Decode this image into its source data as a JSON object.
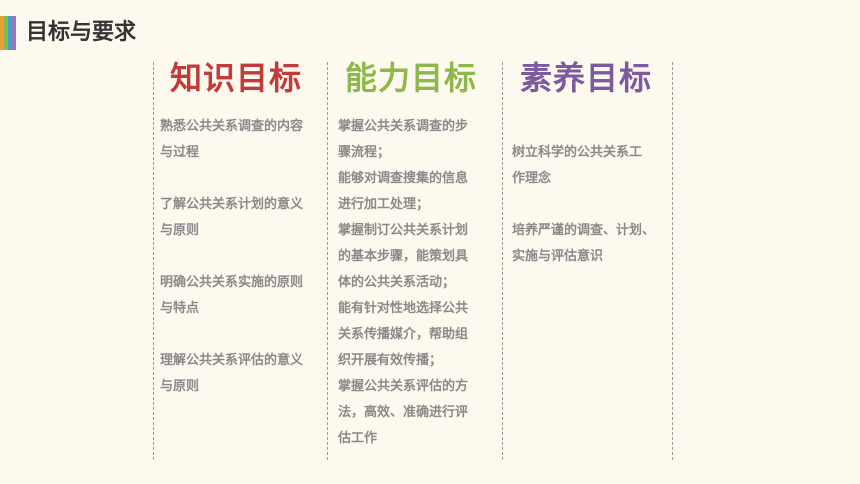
{
  "header": {
    "title": "目标与要求",
    "stripe_colors": [
      "#e6a23a",
      "#8db84a",
      "#3aa3c8",
      "#9b73b8"
    ]
  },
  "columns": [
    {
      "heading": "知识目标",
      "color": "#c23b3b",
      "items": [
        [
          "熟悉公共关系调查的内容",
          "与过程"
        ],
        [
          "了解公共关系计划的意义",
          "与原则"
        ],
        [
          "明确公共关系实施的原则",
          "与特点"
        ],
        [
          "理解公共关系评估的意义",
          "与原则"
        ]
      ]
    },
    {
      "heading": "能力目标",
      "color": "#8db84a",
      "items": [
        [
          "掌握公共关系调查的步",
          "骤流程；"
        ],
        [
          "能够对调查搜集的信息",
          "进行加工处理；"
        ],
        [
          "掌握制订公共关系计划",
          "的基本步骤，能策划具",
          "体的公共关系活动；"
        ],
        [
          "能有针对性地选择公共",
          "关系传播媒介，帮助组",
          "织开展有效传播；"
        ],
        [
          "掌握公共关系评估的方",
          "法，高效、准确进行评",
          "估工作"
        ]
      ]
    },
    {
      "heading": "素养目标",
      "color": "#7b5a9e",
      "items": [
        [
          "树立科学的公共关系工",
          "作理念"
        ],
        [
          "培养严谨的调查、计划、",
          "实施与评估意识"
        ]
      ]
    }
  ]
}
